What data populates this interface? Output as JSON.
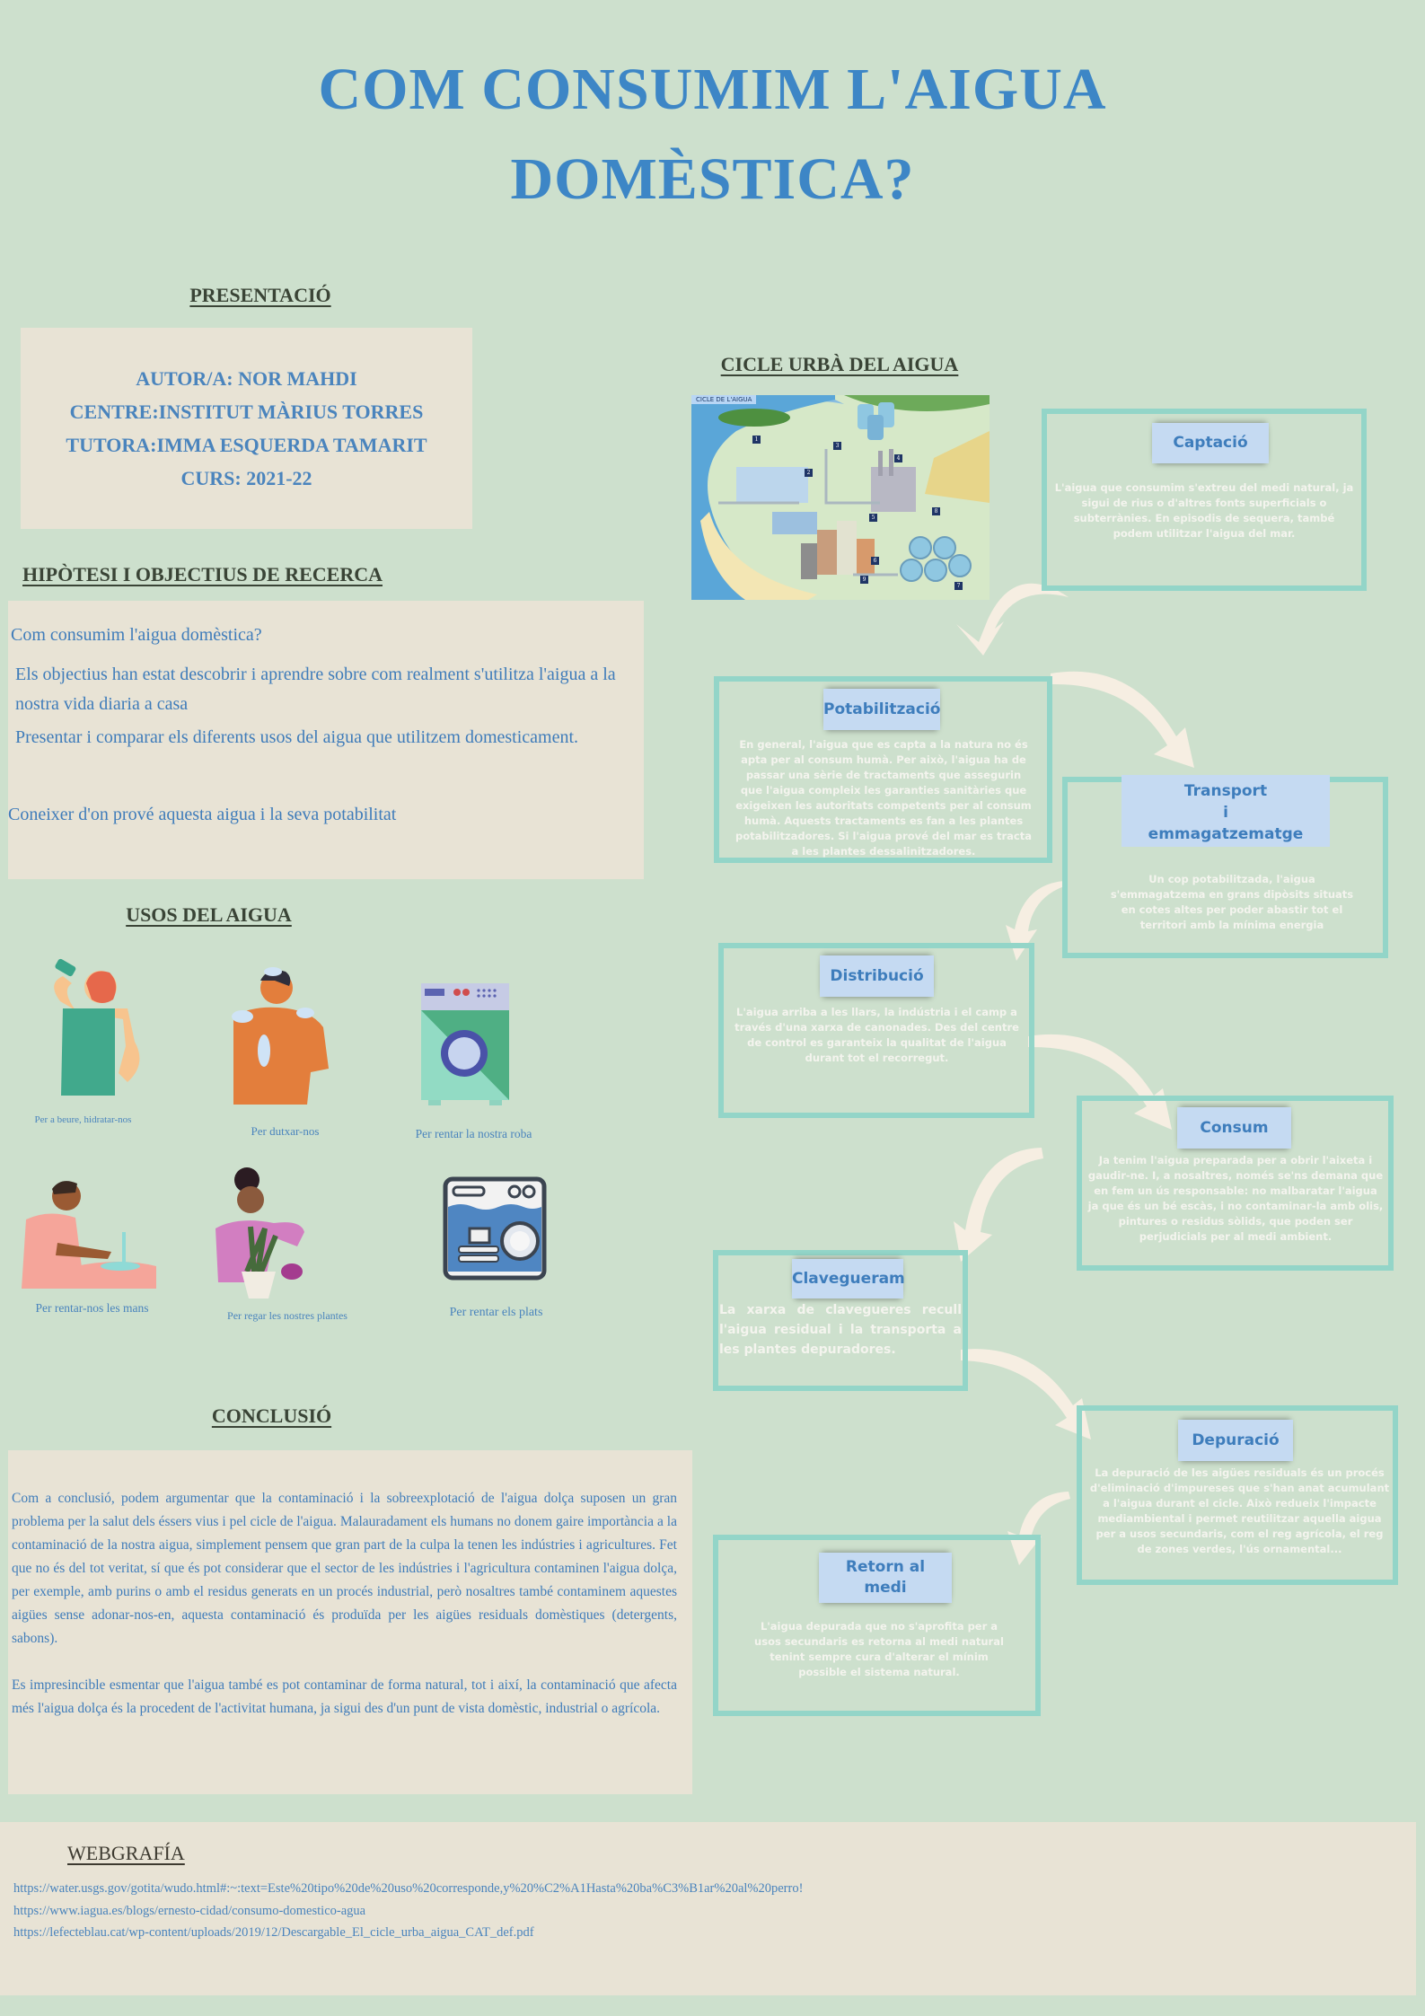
{
  "title": {
    "line1": "COM CONSUMIM L'AIGUA",
    "line2": "DOMÈSTICA?"
  },
  "presentacio": {
    "heading": "PRESENTACIÓ",
    "lines": [
      "AUTOR/A: NOR MAHDI",
      "CENTRE:INSTITUT MÀRIUS TORRES",
      "TUTORA:IMMA ESQUERDA TAMARIT",
      "CURS: 2021-22"
    ]
  },
  "hipotesi": {
    "heading": "HIPÒTESI I OBJECTIUS DE RECERCA",
    "question": "Com consumim l'aigua domèstica?",
    "objective1": "Els objectius han estat descobrir i aprendre sobre com realment s'utilitza l'aigua a la nostra vida diaria a casa",
    "objective2": "Presentar i comparar els diferents usos del aigua que utilitzem domesticament.",
    "objective3": "Coneixer d'on prové aquesta aigua i la seva potabilitat"
  },
  "usos": {
    "heading": "USOS DEL AIGUA",
    "items": [
      {
        "label": "Per a beure, hidratar-nos",
        "icon": "drinking-person"
      },
      {
        "label": "Per  dutxar-nos",
        "icon": "showering-person"
      },
      {
        "label": "Per  rentar la nostra roba",
        "icon": "washing-machine"
      },
      {
        "label": "Per rentar-nos les mans",
        "icon": "handwashing-person"
      },
      {
        "label": "Per regar les nostres plantes",
        "icon": "watering-plant-person"
      },
      {
        "label": "Per  rentar els plats",
        "icon": "dishwasher"
      }
    ]
  },
  "conclusio": {
    "heading": "CONCLUSIÓ",
    "paragraph1": "Com a conclusió, podem argumentar que la contaminació i la sobreexplotació de l'aigua dolça suposen un gran problema per la salut dels éssers vius i pel cicle de l'aigua. Malauradament els humans no donem gaire importància a la contaminació de la nostra aigua, simplement pensem que gran part de la culpa la tenen les indústries i agricultures. Fet que no és del tot veritat, sí que és pot considerar que el sector de les indústries i l'agricultura contaminen l'aigua dolça, per exemple, amb purins o amb el residus generats en un procés industrial, però nosaltres també contaminem aquestes aigües sense adonar-nos-en, aquesta contaminació és produïda per les aigües residuals domèstiques (detergents, sabons).",
    "paragraph2": "Es impresincible  esmentar que l'aigua també es pot contaminar de forma natural, tot i així, la contaminació que afecta més l'aigua dolça és la procedent de l'activitat humana, ja sigui des d'un punt de vista domèstic, industrial o agrícola."
  },
  "cicle": {
    "heading": "CICLE URBÀ DEL AIGUA",
    "image_label": "CICLE DE L'AIGUA",
    "image_numbers": [
      "1",
      "2",
      "3",
      "4",
      "5",
      "6",
      "7",
      "8",
      "9"
    ],
    "steps": [
      {
        "title": "Captació",
        "text": "L'aigua que consumim s'extreu del medi natural, ja sigui de rius o d'altres fonts superficials o subterrànies. En episodis de sequera, també podem utilitzar l'aigua del mar."
      },
      {
        "title": "Potabilització",
        "text": "En general, l'aigua que es capta a la natura no és apta per al consum humà. Per això, l'aigua ha de passar una sèrie de tractaments que assegurin que l'aigua compleix les garanties sanitàries que exigeixen les autoritats competents per al consum humà. Aquests tractaments es fan a les plantes potabilitzadores. Si l'aigua prové del mar es tracta a les plantes dessalinitzadores."
      },
      {
        "title": "Transport i emmagatzematge",
        "title_lines": [
          "Transport",
          "i",
          "emmagatzematge"
        ],
        "text": "Un cop potabilitzada, l'aigua s'emmagatzema en grans dipòsits situats en cotes altes per poder abastir tot el territori amb la mínima energia"
      },
      {
        "title": "Distribució",
        "text": "L'aigua arriba a les llars, la indústria i el camp a través d'una xarxa de canonades. Des del centre de control es garanteix la qualitat de l'aigua durant tot el recorregut."
      },
      {
        "title": "Consum",
        "text": "Ja tenim l'aigua preparada per a obrir l'aixeta i gaudir-ne. I, a nosaltres, només se'ns demana que en fem un ús responsable: no malbaratar l'aigua ja que és un bé escàs, i no contaminar-la amb olis, pintures o residus sòlids, que poden ser perjudicials per al medi ambient."
      },
      {
        "title": "Clavegueram",
        "text": "La xarxa de clavegueres recull l'aigua residual  i la transporta a les plantes depuradores."
      },
      {
        "title": "Depuració",
        "text": "La depuració de les aigües residuals és un procés d'eliminació d'impureses que s'han anat acumulant a l'aigua durant el cicle. Això redueix l'impacte mediambiental i permet reutilitzar aquella aigua per a usos secundaris, com el reg agrícola, el reg de zones verdes, l'ús ornamental..."
      },
      {
        "title": "Retorn al medi",
        "title_lines": [
          "Retorn al",
          "medi"
        ],
        "text": "L'aigua depurada que no s'aprofita per a usos secundaris es retorna al medi natural tenint sempre cura d'alterar el mínim possible el sistema natural."
      }
    ]
  },
  "webgrafia": {
    "heading": "WEBGRAFÍA",
    "links": [
      "https://water.usgs.gov/gotita/wudo.html#:~:text=Este%20tipo%20de%20uso%20corresponde,y%20%C2%A1Hasta%20ba%C3%B1ar%20al%20perro!",
      "https://www.iagua.es/blogs/ernesto-cidad/consumo-domestico-agua",
      "https://lefecteblau.cat/wp-content/uploads/2019/12/Descargable_El_cicle_urba_aigua_CAT_def.pdf"
    ]
  },
  "colors": {
    "background": "#cde0cd",
    "panel": "#e8e3d5",
    "title_blue": "#3d86c6",
    "box_border": "#93d5c8",
    "tag_bg": "#c5daf2",
    "arrow": "#f6eee2",
    "heading_dark": "#3a4436"
  }
}
